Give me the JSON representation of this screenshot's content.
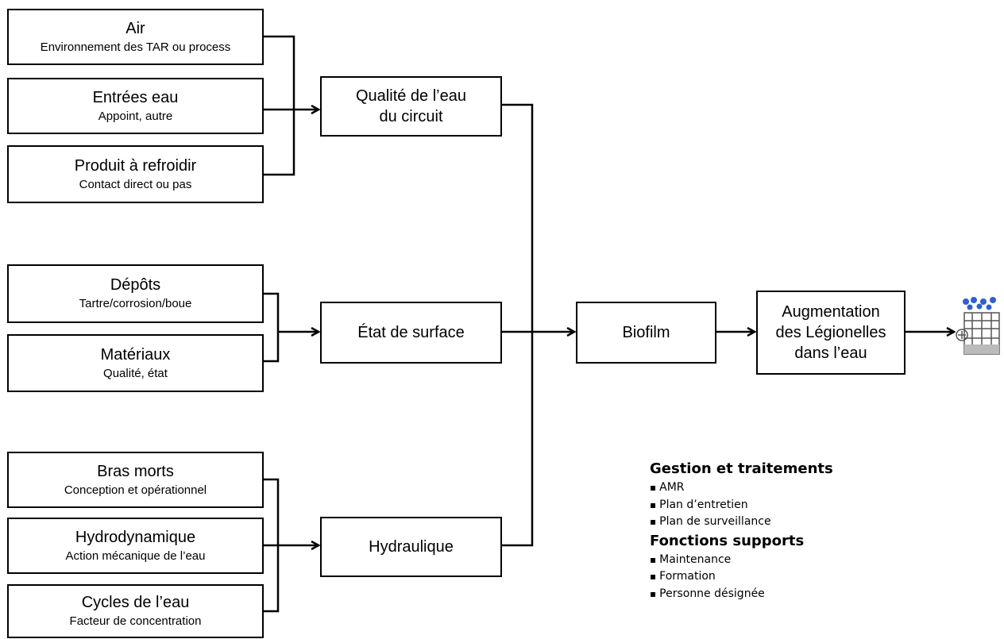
{
  "sources": [
    {
      "title": "Air",
      "subtitle": "Environnement des TAR ou process"
    },
    {
      "title": "Entrées eau",
      "subtitle": "Appoint, autre"
    },
    {
      "title": "Produit à refroidir",
      "subtitle": "Contact direct ou pas"
    },
    {
      "title": "Dépôts",
      "subtitle": "Tartre/corrosion/boue"
    },
    {
      "title": "Matériaux",
      "subtitle": "Qualité, état"
    },
    {
      "title": "Bras morts",
      "subtitle": "Conception et opérationnel"
    },
    {
      "title": "Hydrodynamique",
      "subtitle": "Action mécanique de l’eau"
    },
    {
      "title": "Cycles de l’eau",
      "subtitle": "Facteur de concentration"
    }
  ],
  "factors": {
    "quality": {
      "line1": "Qualité de l’eau",
      "line2": "du circuit"
    },
    "surface": "État de surface",
    "hydraulics": "Hydraulique"
  },
  "biofilm": "Biofilm",
  "outcome": {
    "line1": "Augmentation",
    "line2": "des Légionelles",
    "line3": "dans l’eau"
  },
  "icon": "cooling-tower-icon",
  "legend": {
    "gestion_title": "Gestion et traitements",
    "gestion_items": [
      "AMR",
      "Plan d’entretien",
      "Plan de surveillance"
    ],
    "supports_title": "Fonctions supports",
    "supports_items": [
      "Maintenance",
      "Formation",
      "Personne désignée"
    ]
  }
}
